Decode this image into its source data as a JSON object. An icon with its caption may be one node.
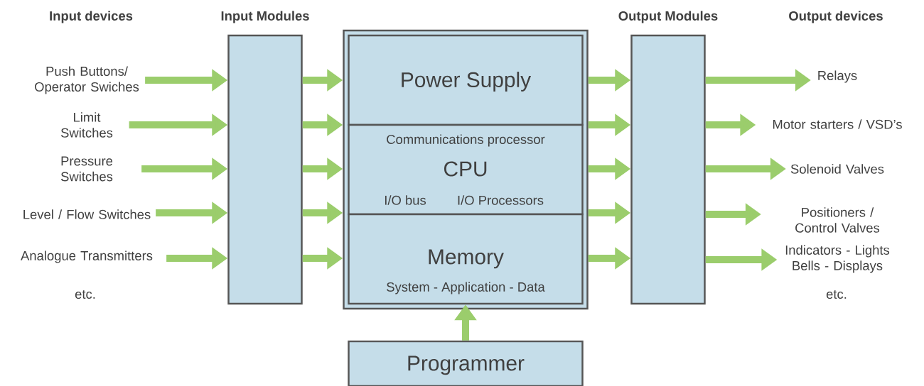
{
  "diagram": {
    "nodes": [
      {
        "text": [
          "Push Buttons/ Operator Swiches"
        ]
      },
      {
        "text": [
          "Limit Switches"
        ]
      },
      {
        "text": [
          "Pressure Switches"
        ]
      },
      {
        "text": [
          "Level / Flow Switches"
        ]
      },
      {
        "text": [
          "Analogue Transmitters"
        ]
      },
      {
        "text": [
          "Input Modules"
        ]
      },
      {
        "text": [],
        "shape": "box"
      },
      {
        "text": [
          "Power Supply"
        ],
        "in": 6
      },
      {
        "text": [
          "Communications processor",
          "CPU",
          "I/O bus",
          "I/O Processors"
        ],
        "in": 6
      },
      {
        "text": [
          "Memory",
          "System - Application - Data"
        ],
        "in": 6
      },
      {
        "text": [
          "Output Modules"
        ]
      },
      {
        "text": [
          "Relays"
        ]
      },
      {
        "text": [
          "Motor starters / VSD’s"
        ]
      },
      {
        "text": [
          "Solenoid Valves"
        ]
      },
      {
        "text": [
          "Positioners / Control Valves"
        ]
      },
      {
        "text": [
          "Indicators - Lights Bells - Displays"
        ]
      },
      {
        "text": [
          "Programmer"
        ]
      }
    ],
    "edges": [
      {
        "from": 0,
        "to": 5,
        "arrow": "to"
      },
      {
        "from": 1,
        "to": 5,
        "arrow": "to"
      },
      {
        "from": 2,
        "to": 5,
        "arrow": "to"
      },
      {
        "from": 3,
        "to": 5,
        "arrow": "to"
      },
      {
        "from": 4,
        "to": 5,
        "arrow": "to"
      },
      {
        "from": 5,
        "to": 6,
        "arrow": "to"
      },
      {
        "from": 5,
        "to": 6,
        "arrow": "to"
      },
      {
        "from": 5,
        "to": 6,
        "arrow": "to"
      },
      {
        "from": 5,
        "to": 6,
        "arrow": "to"
      },
      {
        "from": 5,
        "to": 6,
        "arrow": "to"
      },
      {
        "from": 6,
        "to": 10,
        "arrow": "to"
      },
      {
        "from": 6,
        "to": 10,
        "arrow": "to"
      },
      {
        "from": 6,
        "to": 10,
        "arrow": "to"
      },
      {
        "from": 6,
        "to": 10,
        "arrow": "to"
      },
      {
        "from": 6,
        "to": 10,
        "arrow": "to"
      },
      {
        "from": 10,
        "to": 11,
        "arrow": "to"
      },
      {
        "from": 10,
        "to": 12,
        "arrow": "to"
      },
      {
        "from": 10,
        "to": 13,
        "arrow": "to"
      },
      {
        "from": 10,
        "to": 14,
        "arrow": "to"
      },
      {
        "from": 10,
        "to": 15,
        "arrow": "to"
      },
      {
        "from": 16,
        "to": 9,
        "arrow": "to"
      }
    ],
    "labels": [
      "Input devices",
      "Output devices",
      "etc.",
      "etc."
    ]
  }
}
